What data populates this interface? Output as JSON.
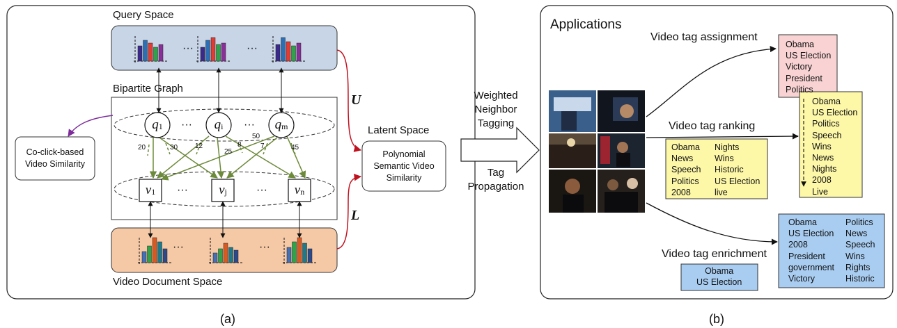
{
  "panel_a": {
    "query_space": "Query Space",
    "bipartite_graph": "Bipartite Graph",
    "video_document_space": "Video Document Space",
    "co_click": "Co-click-based\nVideo Similarity",
    "latent_space": "Latent Space",
    "polynomial": "Polynomial\nSemantic Video\nSimilarity",
    "u_label": "U",
    "l_label": "L",
    "ellipsis": "···",
    "query_nodes": [
      {
        "base": "q",
        "sub": "1"
      },
      {
        "base": "q",
        "sub": "i"
      },
      {
        "base": "q",
        "sub": "m"
      }
    ],
    "video_nodes": [
      {
        "base": "v",
        "sub": "1"
      },
      {
        "base": "v",
        "sub": "j"
      },
      {
        "base": "v",
        "sub": "n"
      }
    ],
    "edge_weights": [
      "20",
      "30",
      "12",
      "25",
      "8",
      "50",
      "7",
      "45"
    ],
    "caption": "(a)"
  },
  "middle": {
    "weighted": "Weighted\nNeighbor\nTagging",
    "tag": "Tag\nPropagation"
  },
  "panel_b": {
    "applications": "Applications",
    "tag_assignment": "Video tag assignment",
    "tag_ranking": "Video tag ranking",
    "tag_enrichment": "Video tag enrichment",
    "assignment_tags": [
      "Obama",
      "US Election",
      "Victory",
      "President",
      "Politics"
    ],
    "ranking_tags": [
      "Obama",
      "US Election",
      "Politics",
      "Speech",
      "Wins",
      "News",
      "Nights",
      "2008",
      "Live"
    ],
    "input_tags_col1": [
      "Obama",
      "News",
      "Speech",
      "Politics",
      "2008"
    ],
    "input_tags_col2": [
      "Nights",
      "Wins",
      "Historic",
      "US Election",
      "live"
    ],
    "enrichment_input": [
      "Obama",
      "US Election"
    ],
    "enriched_col1": [
      "Obama",
      "US Election",
      "2008",
      "President",
      "government",
      "Victory"
    ],
    "enriched_col2": [
      "Politics",
      "News",
      "Speech",
      "Wins",
      "Rights",
      "Historic"
    ],
    "caption": "(b)"
  },
  "colors": {
    "query_fill": "#c8d5e6",
    "doc_fill": "#f6c9a6",
    "assign_fill": "#f9d3d3",
    "rank_fill": "#fdf7a8",
    "enrich_fill": "#a9cdf1",
    "red_arrow": "#c0111f",
    "purple_arrow": "#7d2c9a",
    "green_arrow": "#6d8a3a"
  }
}
